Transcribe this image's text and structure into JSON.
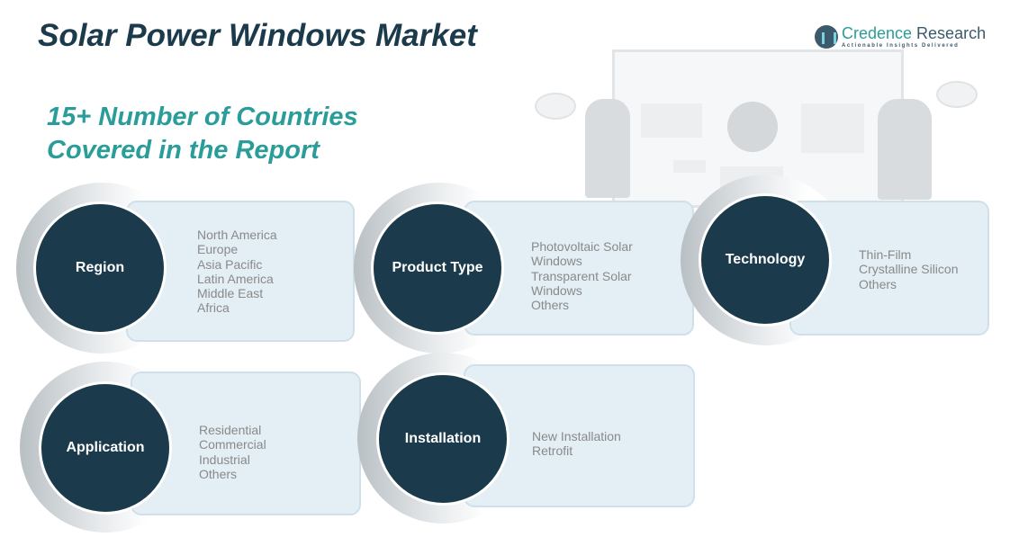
{
  "title": "Solar Power Windows Market",
  "subtitle": [
    "15+ Number of Countries",
    "Covered in the Report"
  ],
  "logo": {
    "name_a": "Credence",
    "name_b": " Research",
    "tagline": "Actionable Insights Delivered"
  },
  "segments": [
    {
      "label": "Region",
      "items": [
        "North America",
        "Europe",
        "Asia Pacific",
        "Latin America",
        "Middle East",
        "Africa"
      ]
    },
    {
      "label": "Product Type",
      "items": [
        "Photovoltaic Solar",
        "Windows",
        "Transparent Solar",
        "Windows",
        "Others"
      ]
    },
    {
      "label": "Technology",
      "items": [
        "Thin-Film",
        "Crystalline Silicon",
        "Others"
      ]
    },
    {
      "label": "Application",
      "items": [
        "Residential",
        "Commercial",
        "Industrial",
        "Others"
      ]
    },
    {
      "label": "Installation",
      "items": [
        "New Installation",
        "Retrofit"
      ]
    }
  ],
  "colors": {
    "dark": "#1b3a4b",
    "teal": "#2a9d9a",
    "card": "#e3eef5"
  }
}
